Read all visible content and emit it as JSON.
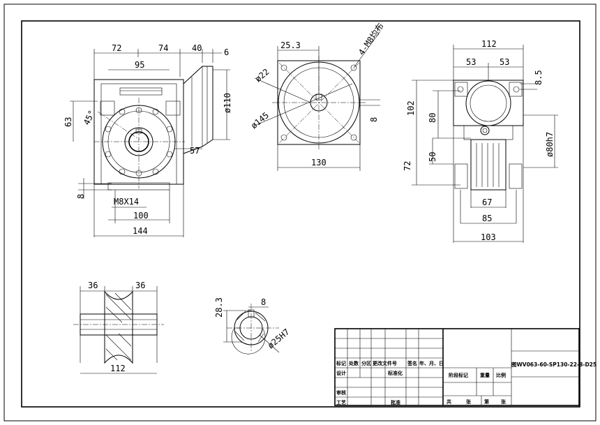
{
  "front_view": {
    "dims": {
      "d72": "72",
      "d74": "74",
      "d40": "40",
      "d6": "6",
      "d95": "95",
      "d110": "ø110",
      "d63": "63",
      "d45": "45°",
      "d57": "57",
      "d8": "8",
      "thread": "M8X14",
      "d100": "100",
      "d144": "144"
    }
  },
  "flange_view": {
    "dims": {
      "d25_3": "25.3",
      "holes": "4-M8均布",
      "d22": "ø22",
      "d145": "ø145",
      "d8": "8",
      "d130": "130"
    }
  },
  "side_view": {
    "dims": {
      "d112": "112",
      "d53a": "53",
      "d53b": "53",
      "d8_5": "8.5",
      "d102": "102",
      "d80": "80",
      "d80h7": "ø80h7",
      "d50": "50",
      "d72": "72",
      "d67": "67",
      "d85": "85",
      "d103": "103"
    }
  },
  "shaft_view": {
    "dims": {
      "d36a": "36",
      "d36b": "36",
      "d112": "112"
    }
  },
  "hub_view": {
    "dims": {
      "d28_3": "28.3",
      "d8": "8",
      "d25h7": "ø25H7"
    }
  },
  "title_block": {
    "c_mark": "标记",
    "c_count": "处数",
    "c_zone": "分区",
    "c_docno": "更改文件号",
    "c_sign": "签名",
    "c_date": "年、月、日",
    "r_design": "设计",
    "r_std": "标准化",
    "r_review": "审核",
    "r_process": "工艺",
    "r_approve": "批准",
    "stage_mark": "阶段标记",
    "weight": "重量",
    "scale": "比例",
    "total": "共",
    "sheet1": "张",
    "page": "第",
    "sheet2": "张",
    "drawing_no": "图WV063-60-SP130-22-8-D25"
  }
}
